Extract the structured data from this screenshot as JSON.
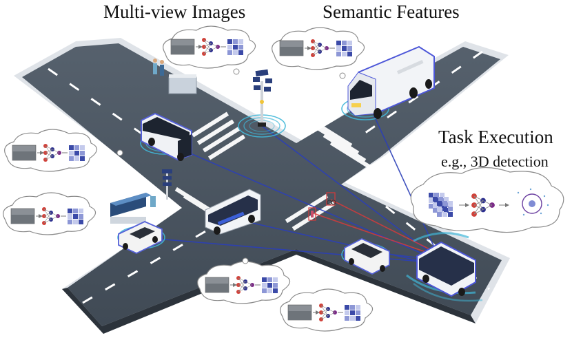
{
  "labels": {
    "multiview": "Multi-view Images",
    "semantic": "Semantic Features",
    "task": "Task Execution",
    "example": "e.g., 3D detection"
  },
  "colors": {
    "road": "#4a5460",
    "road_edge": "#d9dde2",
    "link": "#2b3fb8",
    "link_red": "#d83a3a",
    "feature": "#3b4aa8",
    "nn_node": "#7b2a87",
    "cloud_border": "#8a8a8a",
    "glow": "#40b7d8"
  },
  "icons": [
    "cloud-icon",
    "neural-network-icon",
    "feature-grid-icon",
    "bus-icon",
    "car-icon",
    "truck-icon",
    "traffic-light-icon",
    "bus-stop-icon",
    "pedestrian-icon",
    "point-cloud-icon"
  ]
}
